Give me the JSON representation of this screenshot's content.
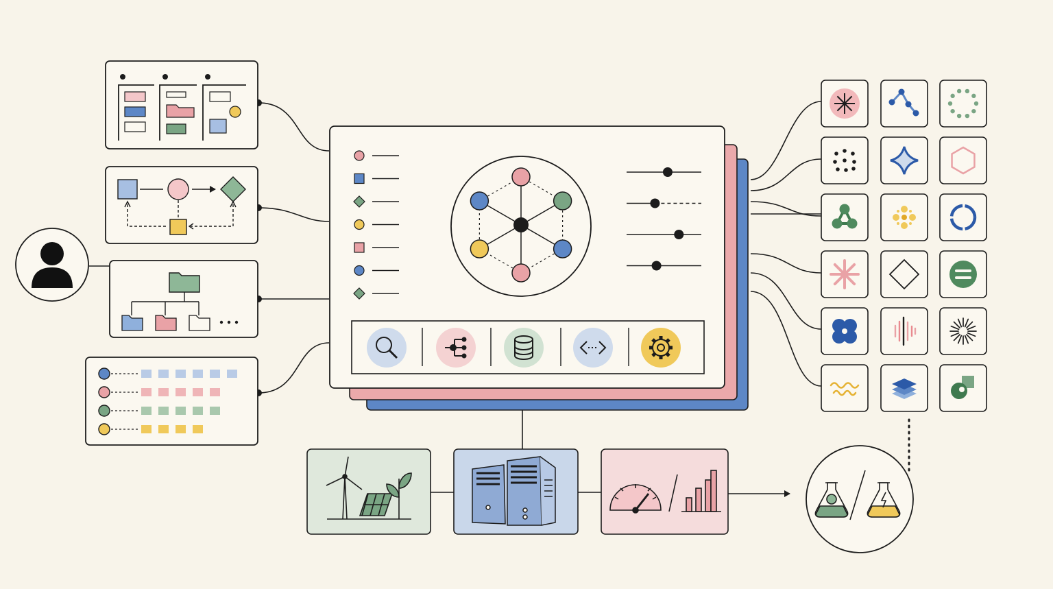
{
  "colors": {
    "background": "#f8f4ea",
    "ink": "#1c1c1c",
    "panel": "#fbf8f0",
    "pink": "#e9a2a6",
    "pink_soft": "#f4d2d2",
    "blue": "#5d87c6",
    "blue_soft": "#cfdbec",
    "green": "#7aa584",
    "green_soft": "#d1e2d2",
    "yellow": "#f0c95a",
    "yellow_soft": "#f6e3a0"
  },
  "left_panels": [
    {
      "id": "kanban-board",
      "icon": "kanban-board-icon"
    },
    {
      "id": "process-flow",
      "icon": "flowchart-icon"
    },
    {
      "id": "folder-hierarchy",
      "icon": "folder-tree-icon"
    },
    {
      "id": "data-timeline",
      "icon": "timeline-list-icon"
    }
  ],
  "user": {
    "icon": "user-avatar-icon"
  },
  "main_window": {
    "legend_shapes": [
      "circle",
      "square",
      "diamond",
      "circle",
      "square",
      "circle",
      "diamond"
    ],
    "legend_colors": [
      "pink",
      "blue",
      "green",
      "yellow",
      "pink",
      "blue",
      "green"
    ],
    "network_nodes": [
      "pink",
      "green",
      "blue",
      "pink",
      "yellow",
      "blue"
    ],
    "sliders": [
      {
        "value": 0.55,
        "style": "solid"
      },
      {
        "value": 0.38,
        "style": "dashed"
      },
      {
        "value": 0.7,
        "style": "solid"
      },
      {
        "value": 0.4,
        "style": "solid"
      }
    ],
    "toolbar": [
      {
        "icon": "search-icon",
        "color": "blue"
      },
      {
        "icon": "branch-tree-icon",
        "color": "pink"
      },
      {
        "icon": "database-icon",
        "color": "green"
      },
      {
        "icon": "code-icon",
        "color": "blue"
      },
      {
        "icon": "gear-icon",
        "color": "yellow"
      }
    ]
  },
  "model_grid": [
    [
      "asterisk-icon",
      "connected-nodes-icon",
      "dotted-ring-icon"
    ],
    [
      "dot-grid-icon",
      "four-point-star-icon",
      "hexagon-icon"
    ],
    [
      "molecule-icon",
      "flower-dots-icon",
      "broken-ring-icon"
    ],
    [
      "starburst-icon",
      "diamond-outline-icon",
      "equals-badge-icon"
    ],
    [
      "clover-icon",
      "sound-bars-icon",
      "radial-lines-icon"
    ],
    [
      "wave-icon",
      "layers-icon",
      "shapes-icon"
    ]
  ],
  "infrastructure": [
    {
      "id": "renewable-energy",
      "icon": "wind-solar-icon",
      "tint": "green_soft"
    },
    {
      "id": "servers",
      "icon": "server-rack-icon",
      "tint": "blue_soft"
    },
    {
      "id": "performance",
      "icon": "gauge-chart-icon",
      "tint": "pink_soft"
    }
  ],
  "balance": {
    "icon": "balance-flasks-icon"
  }
}
